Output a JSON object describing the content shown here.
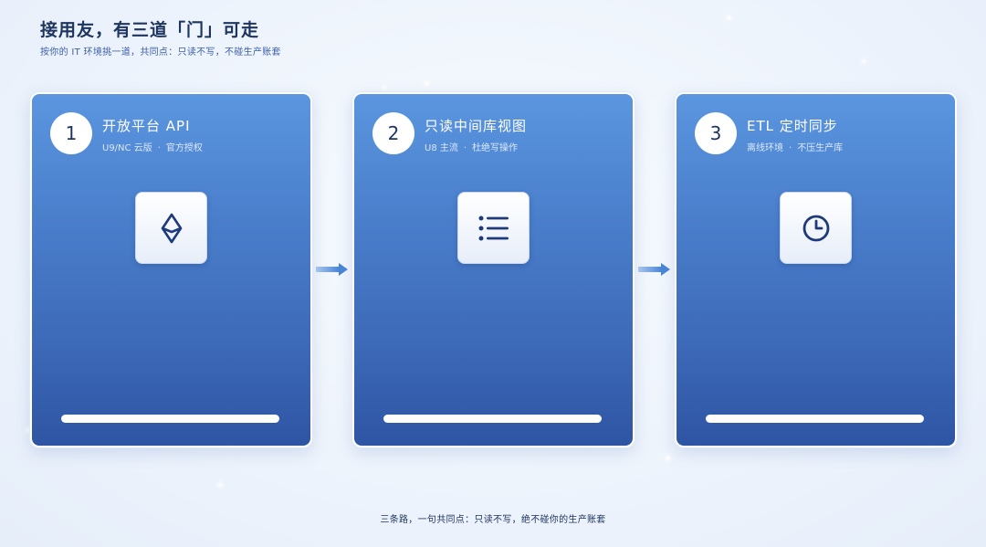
{
  "header": {
    "title": "接用友，有三道「门」可走",
    "subtitle": "按你的 IT 环境挑一道，共同点：只读不写，不碰生产账套"
  },
  "cards": [
    {
      "number": "1",
      "title": "开放平台 API",
      "sub_left": "U9/NC 云版",
      "sub_right": "官方授权",
      "icon": "ethereum-diamond-icon"
    },
    {
      "number": "2",
      "title": "只读中间库视图",
      "sub_left": "U8 主流",
      "sub_right": "杜绝写操作",
      "icon": "list-icon"
    },
    {
      "number": "3",
      "title": "ETL 定时同步",
      "sub_left": "离线环境",
      "sub_right": "不压生产库",
      "icon": "clock-icon"
    }
  ],
  "separator": "·",
  "footer": "三条路，一句共同点：只读不写，绝不碰你的生产账套",
  "colors": {
    "card_top": "#5b96df",
    "card_bottom": "#2e55a3",
    "text_dark": "#1e3560",
    "accent": "#3b5ea8"
  }
}
